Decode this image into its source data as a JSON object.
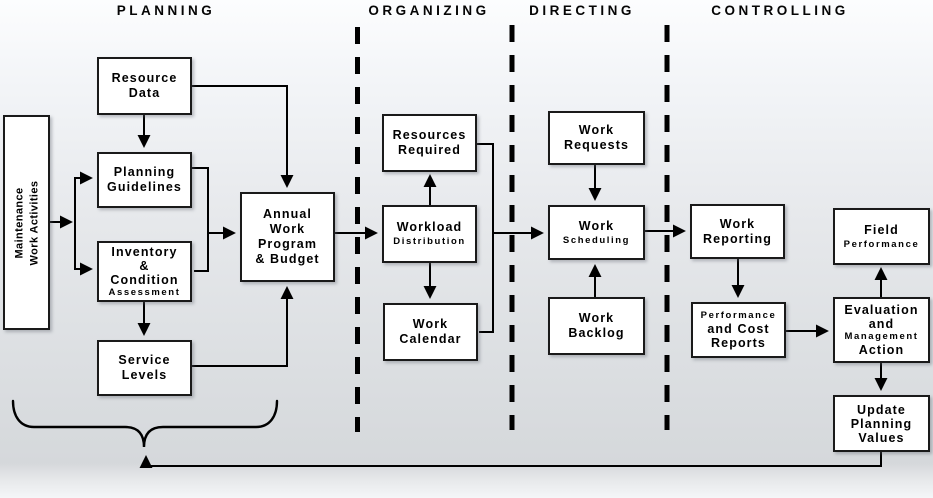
{
  "headers": {
    "planning": "PLANNING",
    "organizing": "ORGANIZING",
    "directing": "DIRECTING",
    "controlling": "CONTROLLING"
  },
  "boxes": {
    "maintenance": {
      "lines": [
        "Maintenance",
        "Work Activities"
      ]
    },
    "resource_data": {
      "lines": [
        "Resource",
        "Data"
      ]
    },
    "planning_guidelines": {
      "lines": [
        "Planning",
        "Guidelines"
      ]
    },
    "inventory": {
      "lines": [
        "Inventory",
        "&",
        "Condition",
        "Assessment"
      ]
    },
    "service_levels": {
      "lines": [
        "Service",
        "Levels"
      ]
    },
    "annual": {
      "lines": [
        "Annual",
        "Work",
        "Program",
        "& Budget"
      ]
    },
    "resources_required": {
      "lines": [
        "Resources",
        "Required"
      ]
    },
    "workload": {
      "lines": [
        "Workload",
        "Distribution"
      ]
    },
    "work_calendar": {
      "lines": [
        "Work",
        "Calendar"
      ]
    },
    "work_requests": {
      "lines": [
        "Work",
        "Requests"
      ]
    },
    "work_scheduling": {
      "lines": [
        "Work",
        "Scheduling"
      ]
    },
    "work_backlog": {
      "lines": [
        "Work",
        "Backlog"
      ]
    },
    "work_reporting": {
      "lines": [
        "Work",
        "Reporting"
      ]
    },
    "perf_cost": {
      "lines": [
        "Performance",
        "and Cost",
        "Reports"
      ]
    },
    "field_perf": {
      "lines": [
        "Field",
        "Performance"
      ]
    },
    "evaluation": {
      "lines": [
        "Evaluation",
        "and",
        "Management",
        "Action"
      ]
    },
    "update_values": {
      "lines": [
        "Update",
        "Planning",
        "Values"
      ]
    }
  },
  "connections": [
    "maintenance -> planning_guidelines",
    "maintenance -> inventory",
    "resource_data -> planning_guidelines",
    "resource_data -> annual",
    "planning_guidelines + inventory -> annual",
    "inventory -> service_levels",
    "service_levels -> annual",
    "annual -> workload",
    "workload -> resources_required",
    "workload -> work_calendar",
    "resources_required + work_calendar -> work_scheduling",
    "work_requests -> work_scheduling",
    "work_backlog -> work_scheduling",
    "work_scheduling -> work_reporting",
    "work_reporting -> perf_cost",
    "perf_cost -> evaluation",
    "evaluation -> field_perf",
    "evaluation -> update_values",
    "update_values -> planning-group-brace (feedback)"
  ],
  "colors": {
    "line_color": "#000000",
    "box_fill": "#ffffff",
    "box_border": "#1a1a1a",
    "bg_top": "#fcfdfe",
    "bg_mid": "#d5d8db",
    "bg_bottom": "#f4f6f8"
  }
}
